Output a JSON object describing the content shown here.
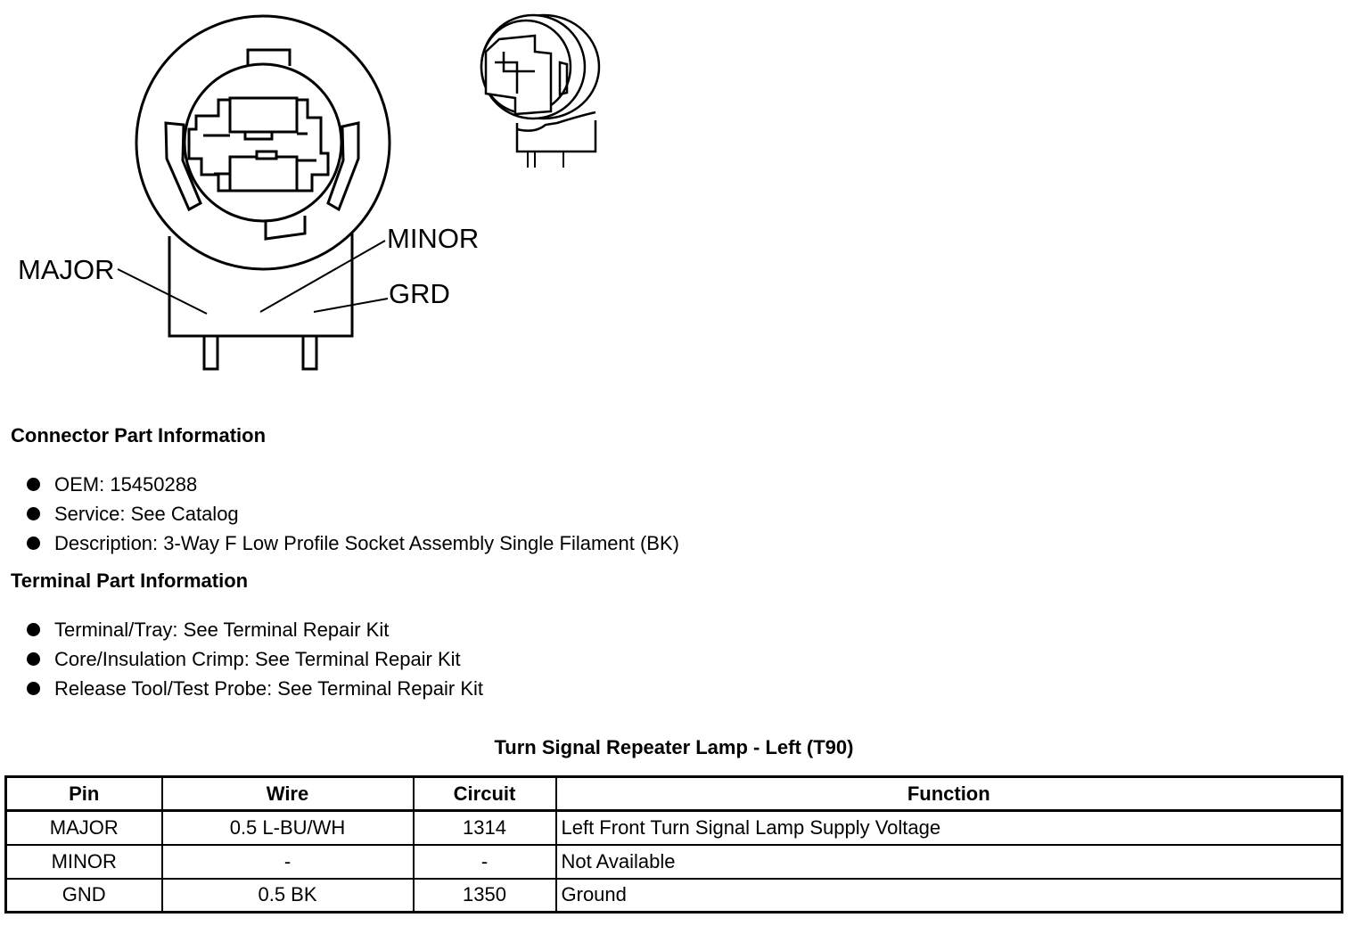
{
  "diagram": {
    "labels": {
      "major": "MAJOR",
      "minor": "MINOR",
      "grd": "GRD"
    }
  },
  "connector_info": {
    "heading": "Connector Part Information",
    "items": [
      "OEM: 15450288",
      "Service: See Catalog",
      "Description: 3-Way F Low Profile Socket Assembly Single Filament (BK)"
    ]
  },
  "terminal_info": {
    "heading": "Terminal Part Information",
    "items": [
      "Terminal/Tray: See Terminal Repair Kit",
      "Core/Insulation Crimp: See Terminal Repair Kit",
      "Release Tool/Test Probe: See Terminal Repair Kit"
    ]
  },
  "pin_table": {
    "title": "Turn Signal Repeater Lamp - Left (T90)",
    "columns": [
      "Pin",
      "Wire",
      "Circuit",
      "Function"
    ],
    "rows": [
      [
        "MAJOR",
        "0.5 L-BU/WH",
        "1314",
        "Left Front Turn Signal Lamp Supply Voltage"
      ],
      [
        "MINOR",
        "-",
        "-",
        "Not Available"
      ],
      [
        "GND",
        "0.5 BK",
        "1350",
        "Ground"
      ]
    ]
  }
}
